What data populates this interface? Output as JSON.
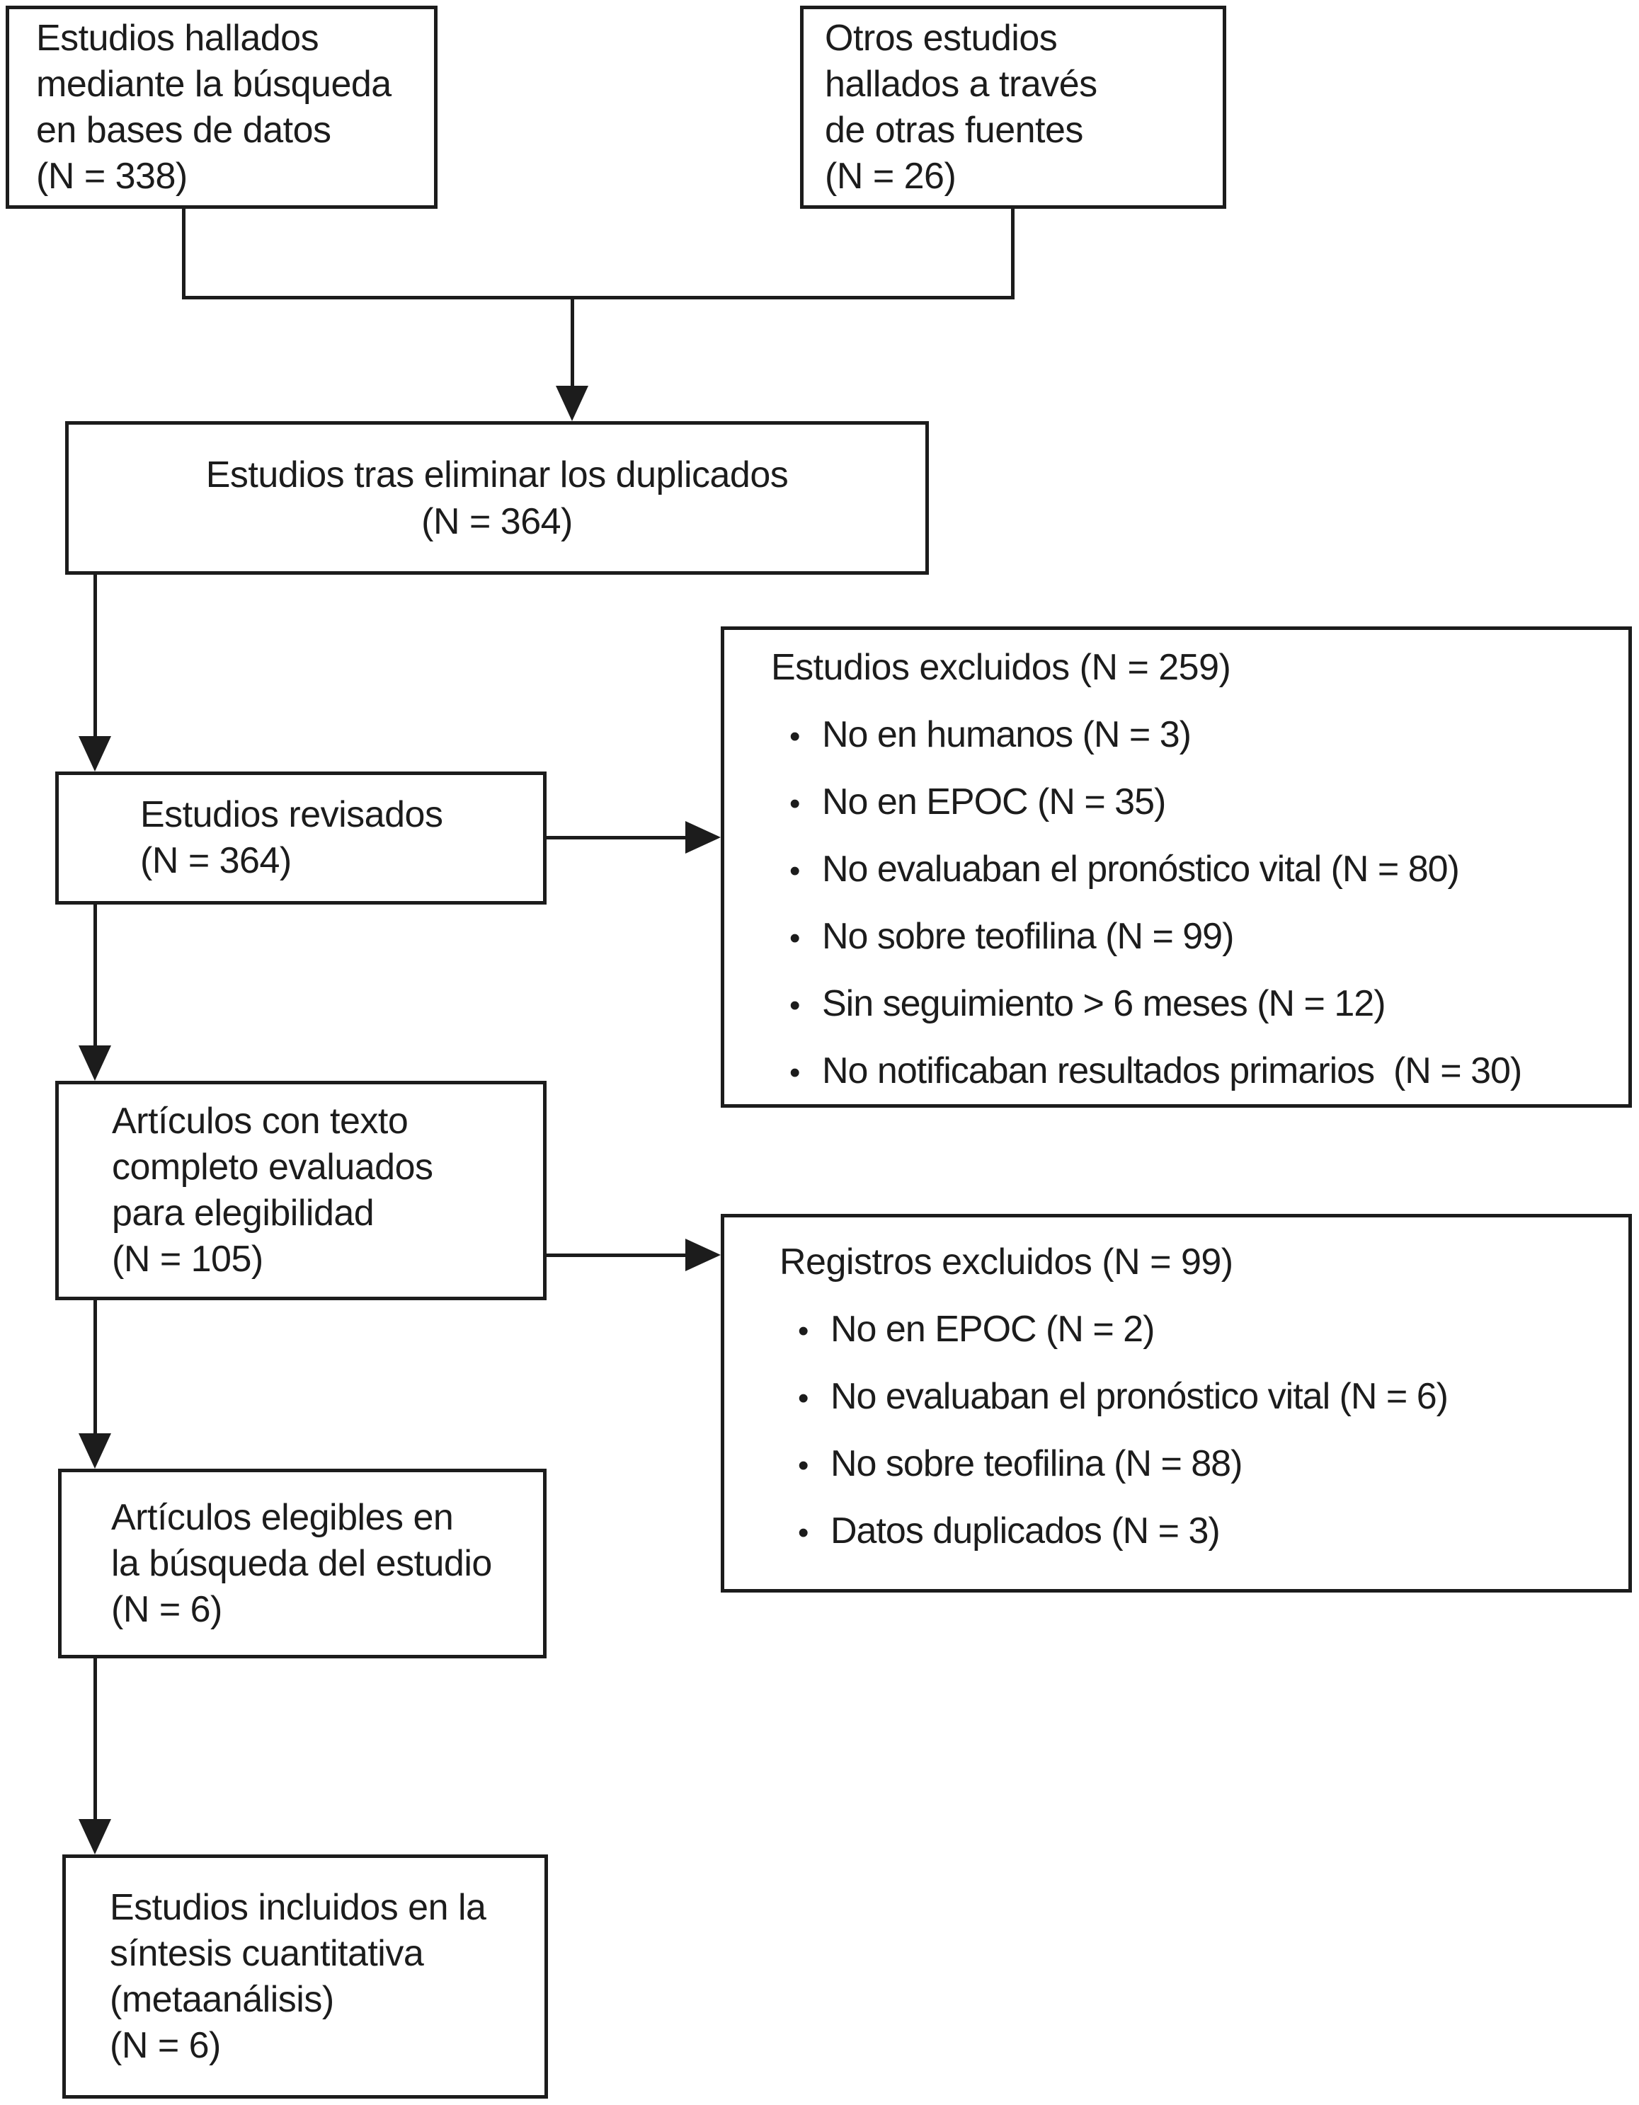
{
  "ui": {
    "bullet": "•",
    "ink_color": "#1c1c1c",
    "background_color": "#ffffff"
  },
  "flow": {
    "found_db": "Estudios hallados\nmediante la búsqueda\nen bases de datos\n(N = 338)",
    "found_other": "Otros estudios\nhallados a través\nde otras fuentes\n(N = 26)",
    "after_dedup": "Estudios tras eliminar los duplicados\n(N = 364)",
    "reviewed": "Estudios revisados\n(N = 364)",
    "excluded_studies": {
      "title": "Estudios excluidos (N = 259)",
      "items": [
        "No en humanos (N = 3)",
        "No en EPOC (N = 35)",
        "No evaluaban el pronóstico vital (N = 80)",
        "No sobre teofilina (N = 99)",
        "Sin seguimiento > 6 meses (N = 12)",
        "No notificaban resultados primarios  (N = 30)"
      ]
    },
    "fulltext_assessed": "Artículos con texto\ncompleto evaluados\npara elegibilidad\n(N = 105)",
    "excluded_records": {
      "title": "Registros excluidos (N = 99)",
      "items": [
        "No en EPOC (N = 2)",
        "No evaluaban el pronóstico vital (N = 6)",
        "No sobre teofilina (N = 88)",
        "Datos duplicados (N = 3)"
      ]
    },
    "eligible": "Artículos elegibles en\nla búsqueda del estudio\n(N = 6)",
    "included": "Estudios incluidos en la\nsíntesis cuantitativa\n(metaanálisis)\n(N = 6)"
  }
}
